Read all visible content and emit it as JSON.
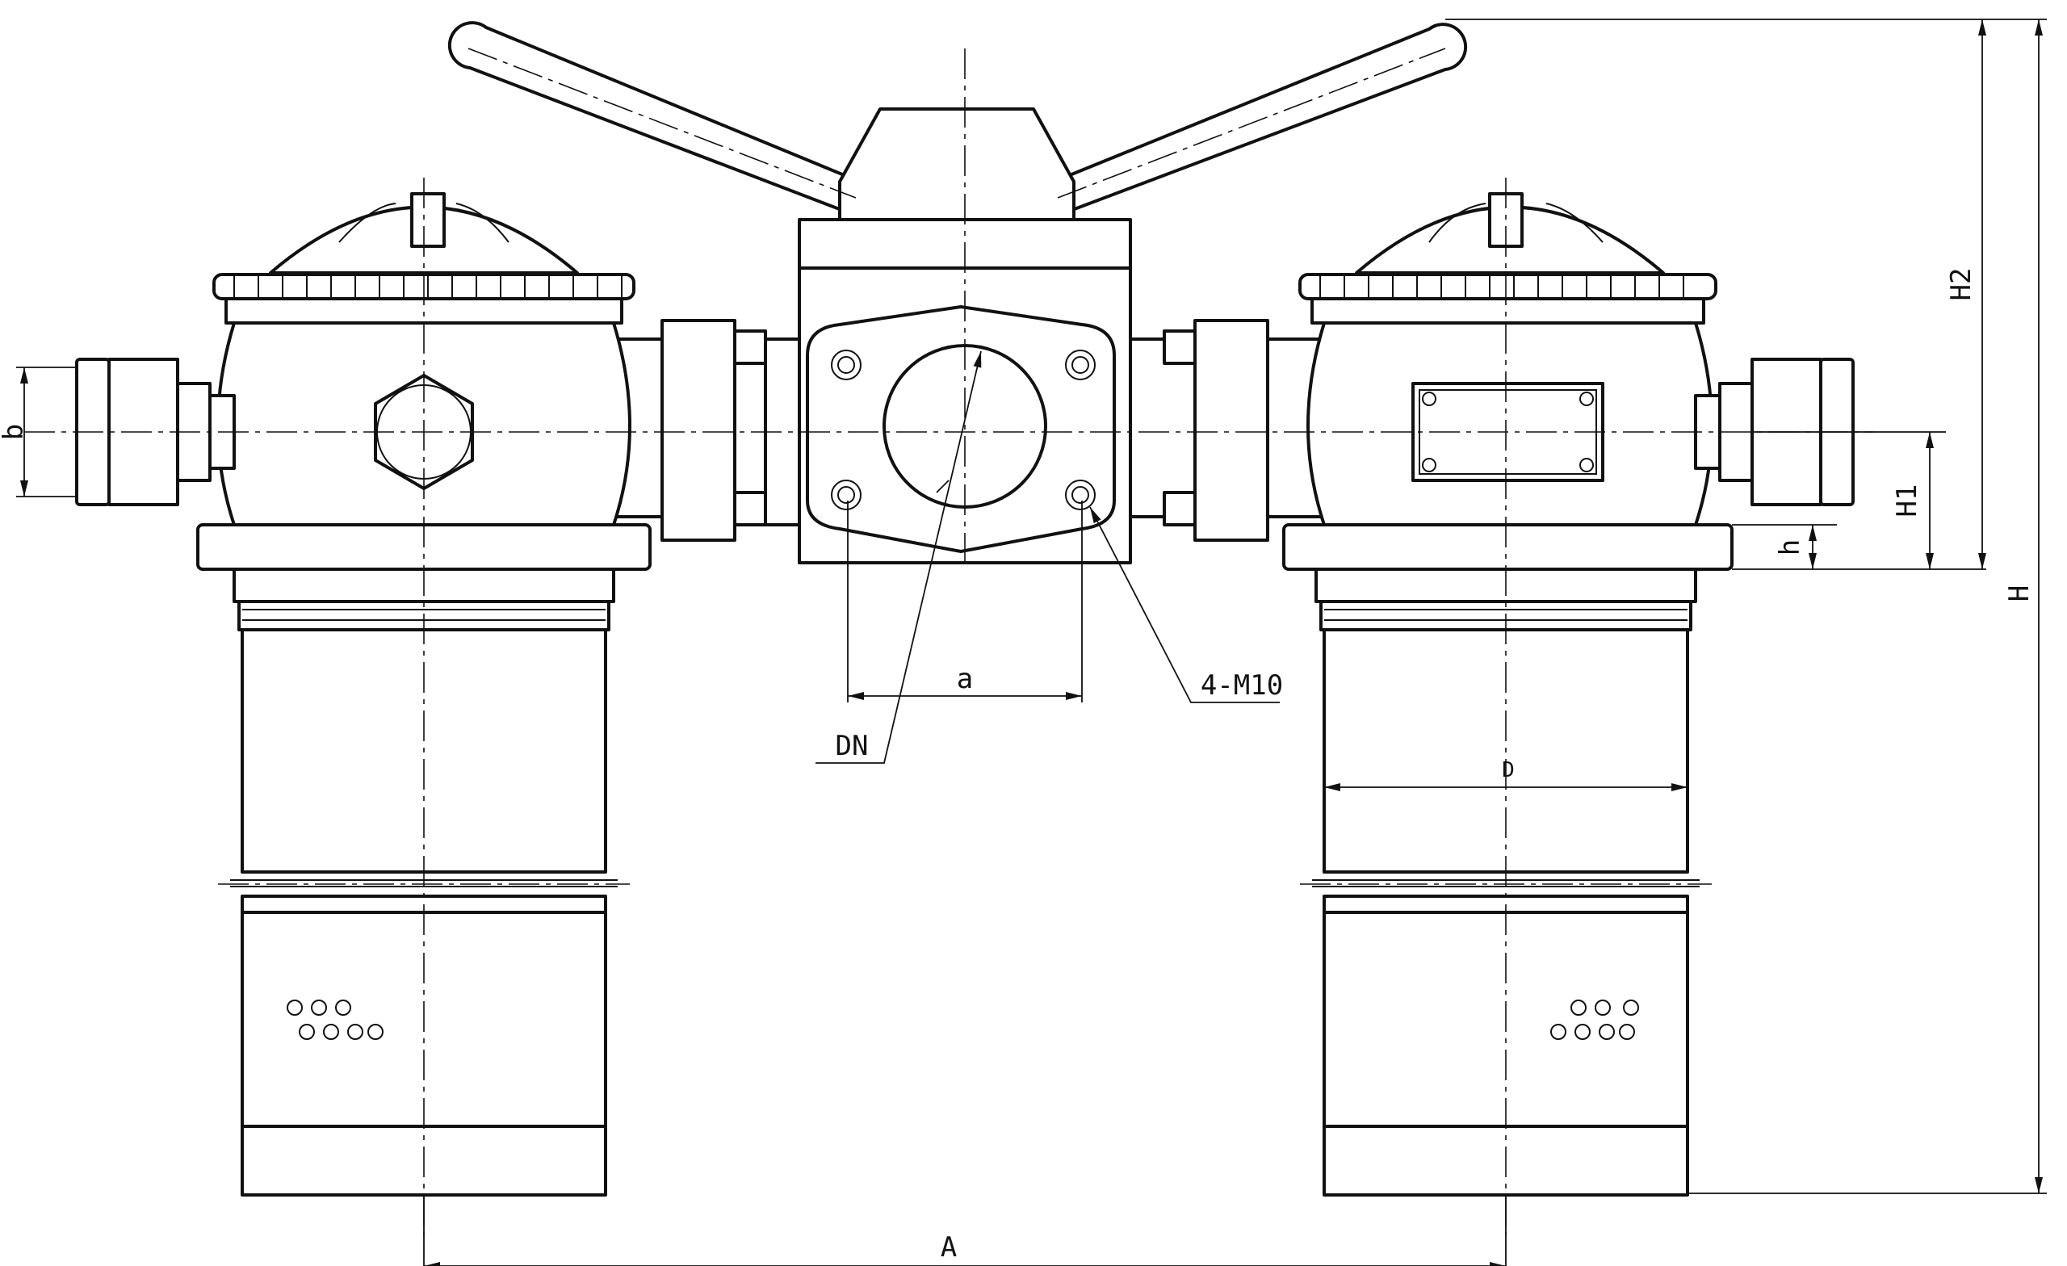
{
  "labels": {
    "b": "b",
    "a": "a",
    "dn": "DN",
    "bolts": "4-M10",
    "d": "D",
    "big_a": "A",
    "h": "h",
    "h1": "H1",
    "h2": "H2",
    "big_h": "H"
  },
  "colors": {
    "line": "#111111",
    "background": "#ffffff"
  }
}
